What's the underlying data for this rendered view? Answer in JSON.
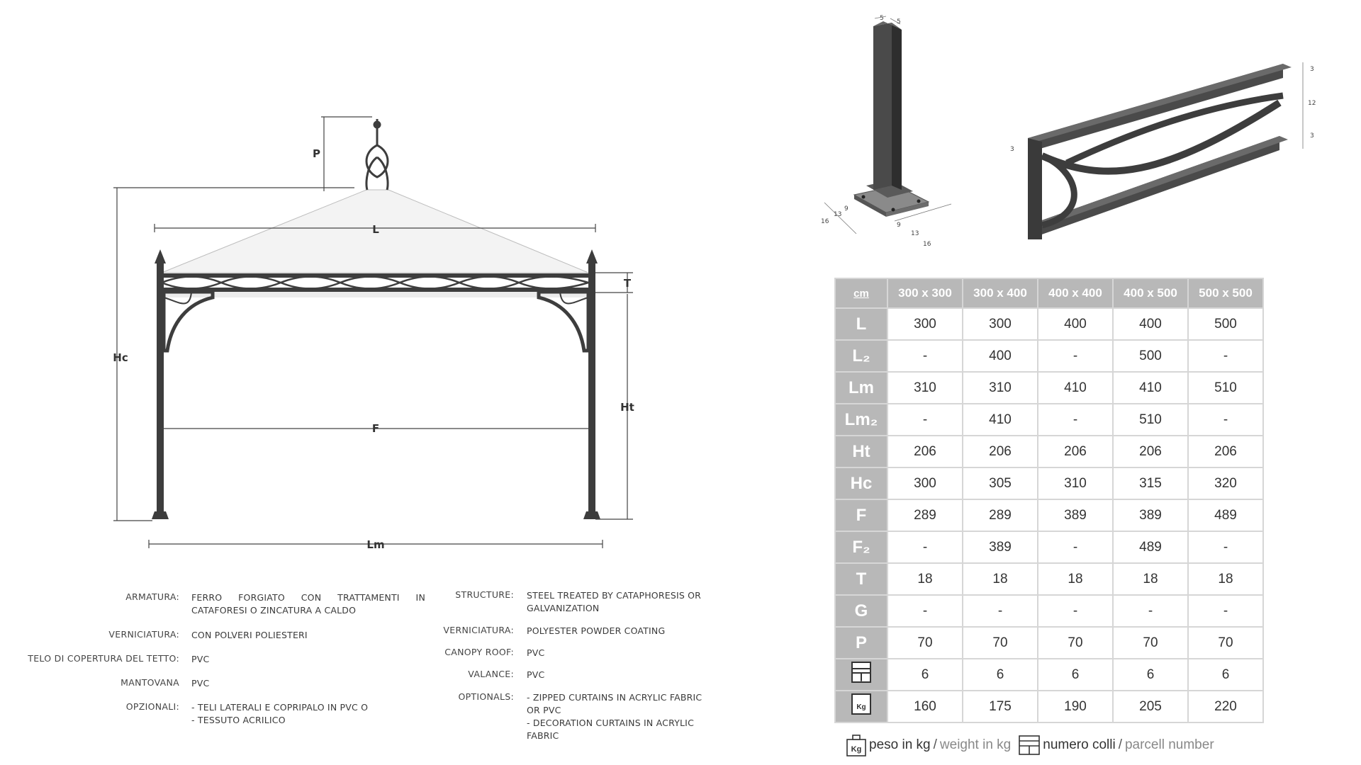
{
  "gazebo_dimension_labels": [
    "P",
    "Hc",
    "L",
    "T",
    "Ht",
    "F",
    "Lm"
  ],
  "specs_it": [
    {
      "key": "ARMATURA:",
      "value": "FERRO FORGIATO CON TRATTAMENTI IN CATAFORESI O ZINCATURA A CALDO"
    },
    {
      "key": "VERNICIATURA:",
      "value": "CON POLVERI POLIESTERI"
    },
    {
      "key": "TELO DI COPERTURA DEL TETTO:",
      "value": "PVC"
    },
    {
      "key": "MANTOVANA",
      "value": "PVC"
    },
    {
      "key": "OPZIONALI:",
      "value": "- TELI LATERALI E COPRIPALO IN PVC O\n- TESSUTO ACRILICO"
    }
  ],
  "specs_en": [
    {
      "key": "STRUCTURE:",
      "value": "STEEL TREATED BY CATAPHORESIS OR\nGALVANIZATION"
    },
    {
      "key": "VERNICIATURA:",
      "value": "POLYESTER POWDER COATING"
    },
    {
      "key": "CANOPY ROOF:",
      "value": "PVC"
    },
    {
      "key": "VALANCE:",
      "value": "PVC"
    },
    {
      "key": "OPTIONALS:",
      "value": "- ZIPPED CURTAINS IN ACRYLIC FABRIC\nOR PVC\n- DECORATION CURTAINS IN ACRYLIC\nFABRIC"
    }
  ],
  "post_dims": [
    "5",
    "5",
    "16",
    "13",
    "9",
    "9",
    "13",
    "16"
  ],
  "beam_dims": [
    "3",
    "12",
    "3",
    "3"
  ],
  "table": {
    "corner": "cm",
    "columns": [
      "300 x 300",
      "300 x 400",
      "400 x 400",
      "400 x 500",
      "500 x 500"
    ],
    "rows": [
      {
        "label": "L",
        "values": [
          "300",
          "300",
          "400",
          "400",
          "500"
        ]
      },
      {
        "label": "L₂",
        "values": [
          "-",
          "400",
          "-",
          "500",
          "-"
        ]
      },
      {
        "label": "Lm",
        "values": [
          "310",
          "310",
          "410",
          "410",
          "510"
        ]
      },
      {
        "label": "Lm₂",
        "values": [
          "-",
          "410",
          "-",
          "510",
          "-"
        ]
      },
      {
        "label": "Ht",
        "values": [
          "206",
          "206",
          "206",
          "206",
          "206"
        ]
      },
      {
        "label": "Hc",
        "values": [
          "300",
          "305",
          "310",
          "315",
          "320"
        ]
      },
      {
        "label": "F",
        "values": [
          "289",
          "289",
          "389",
          "389",
          "489"
        ]
      },
      {
        "label": "F₂",
        "values": [
          "-",
          "389",
          "-",
          "489",
          "-"
        ]
      },
      {
        "label": "T",
        "values": [
          "18",
          "18",
          "18",
          "18",
          "18"
        ]
      },
      {
        "label": "G",
        "values": [
          "-",
          "-",
          "-",
          "-",
          "-"
        ]
      },
      {
        "label": "P",
        "values": [
          "70",
          "70",
          "70",
          "70",
          "70"
        ]
      },
      {
        "icon": "parcel-icon",
        "values": [
          "6",
          "6",
          "6",
          "6",
          "6"
        ]
      },
      {
        "icon": "weight-icon",
        "values": [
          "160",
          "175",
          "190",
          "205",
          "220"
        ]
      }
    ]
  },
  "legend": {
    "weight_it": "peso in kg",
    "weight_en": "weight in kg",
    "parcel_it": "numero colli",
    "parcel_en": "parcell number",
    "separator": "/",
    "weight_icon_text": "Kg"
  },
  "colors": {
    "metal": "#3d3d3d",
    "table_header": "#b8b8b8",
    "canopy": "#f2f2f2"
  }
}
